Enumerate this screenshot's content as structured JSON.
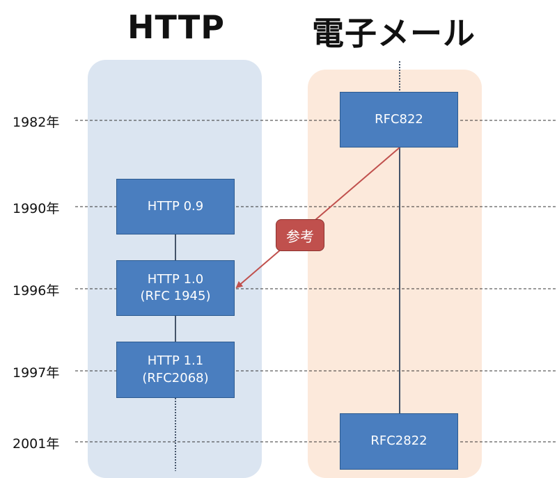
{
  "titles": {
    "http": "HTTP",
    "mail": "電子メール"
  },
  "years": [
    "1982年",
    "1990年",
    "1996年",
    "1997年",
    "2001年"
  ],
  "http_nodes": [
    {
      "lines": [
        "HTTP 0.9"
      ]
    },
    {
      "lines": [
        "HTTP 1.0",
        "(RFC 1945)"
      ]
    },
    {
      "lines": [
        "HTTP 1.1",
        "(RFC2068)"
      ]
    }
  ],
  "mail_nodes": [
    {
      "lines": [
        "RFC822"
      ]
    },
    {
      "lines": [
        "RFC2822"
      ]
    }
  ],
  "reference_label": "参考",
  "colors": {
    "http_lane": "#dbe5f1",
    "mail_lane": "#fce9db",
    "node": "#4a7ebf",
    "arrow": "#c0504d"
  }
}
